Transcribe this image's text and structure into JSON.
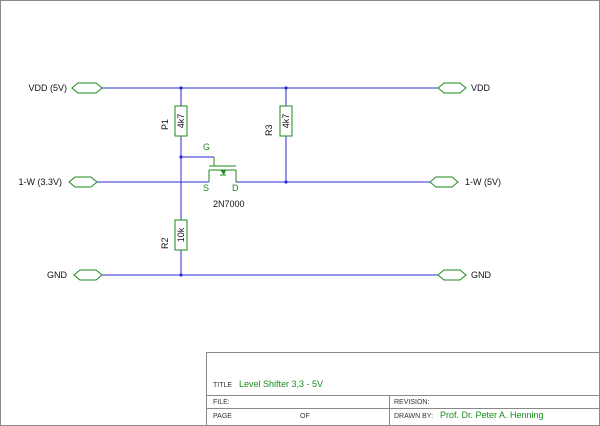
{
  "ports": {
    "vdd_left": "VDD (5V)",
    "vdd_right": "VDD",
    "ow_left": "1-W (3.3V)",
    "ow_right": "1-W (5V)",
    "gnd_left": "GND",
    "gnd_right": "GND"
  },
  "components": {
    "r1": {
      "ref": "P1",
      "value": "4k7"
    },
    "r2": {
      "ref": "R2",
      "value": "10k"
    },
    "r3": {
      "ref": "R3",
      "value": "4k7"
    },
    "q1": {
      "part": "2N7000",
      "pin_g": "G",
      "pin_s": "S",
      "pin_d": "D"
    }
  },
  "title_block": {
    "title_label": "TITLE",
    "title_value": "Level Shifter 3,3 - 5V",
    "file_label": "FILE:",
    "revision_label": "REVISION:",
    "page_label": "PAGE",
    "of_label": "OF",
    "drawn_by_label": "DRAWN BY:",
    "drawn_by_value": "Prof. Dr. Peter A. Henning"
  },
  "colors": {
    "wire": "#2b2bd6",
    "component": "#1a8a1a",
    "frame": "#888888"
  }
}
